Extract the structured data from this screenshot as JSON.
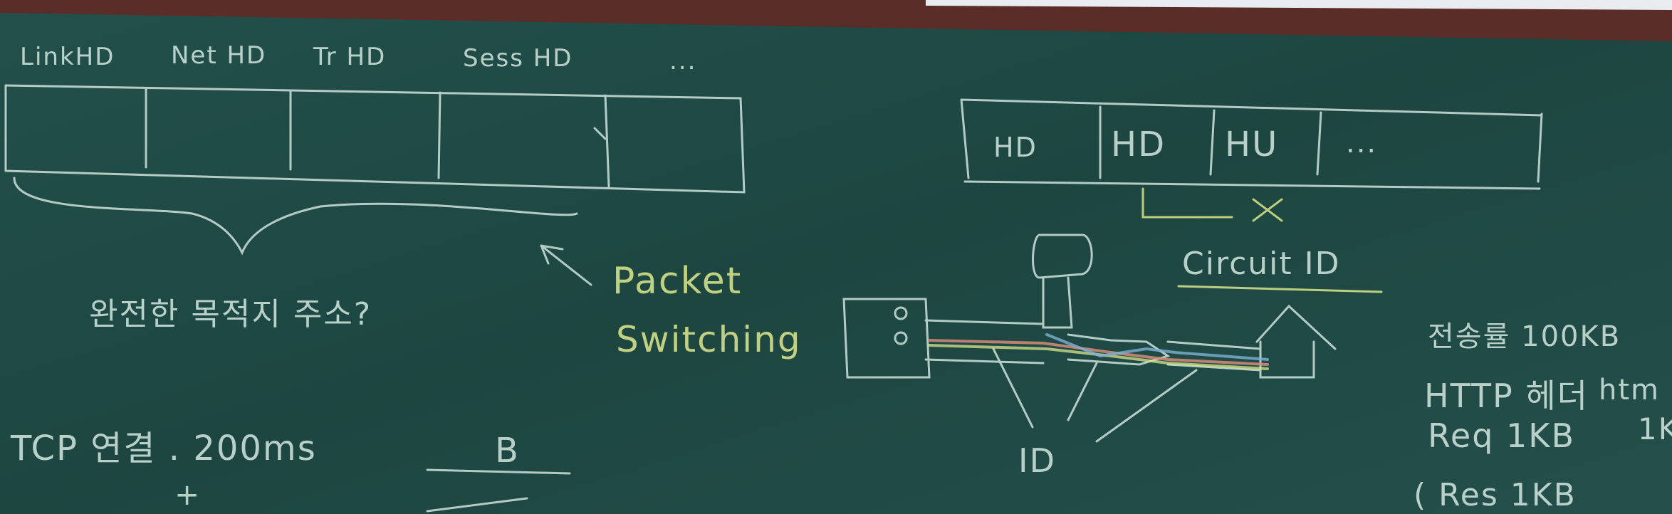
{
  "header_labels": [
    "LinkHD",
    "Net HD",
    "Tr HD",
    "Sess HD",
    "..."
  ],
  "frame_cells": [
    "HD",
    "HD",
    "HU",
    "..."
  ],
  "notes": {
    "mark_x": "X",
    "question": "완전한 목적지 주소?",
    "packet": "Packet",
    "switching": "Switching",
    "circuit_id": "Circuit ID",
    "tcp": "TCP 연결 . 200ms",
    "plus": "+",
    "cb": "B",
    "id_label": "ID",
    "right_1": "전송률 100KB",
    "right_2": "HTTP 헤더",
    "right_2b": "htm",
    "right_3": "Req 1KB",
    "right_3b": "1K",
    "right_4": "( Res 1KB"
  },
  "colors": {
    "board": "#1f4a45",
    "chalk_white": "#cfe3dc",
    "chalk_yellow": "#d8e58a",
    "chalk_red": "#d68a7a",
    "chalk_blue": "#7fb0d6"
  }
}
